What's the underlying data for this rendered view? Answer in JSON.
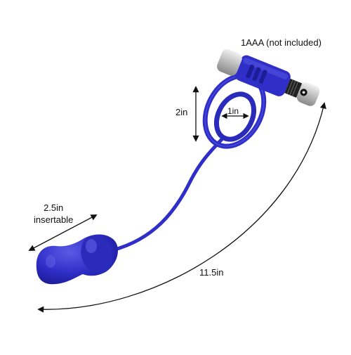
{
  "labels": {
    "battery": "1AAA (not included)",
    "height": "2in",
    "inner_diameter": "1in",
    "insertable_length": "2.5in",
    "insertable_word": "insertable",
    "total_length": "11.5in"
  },
  "colors": {
    "silicone": "#2f2ec8",
    "silicone_dark": "#1c1c96",
    "silicone_light": "#5a5ae6",
    "metal": "#c9c9c9",
    "ink": "#111111"
  }
}
